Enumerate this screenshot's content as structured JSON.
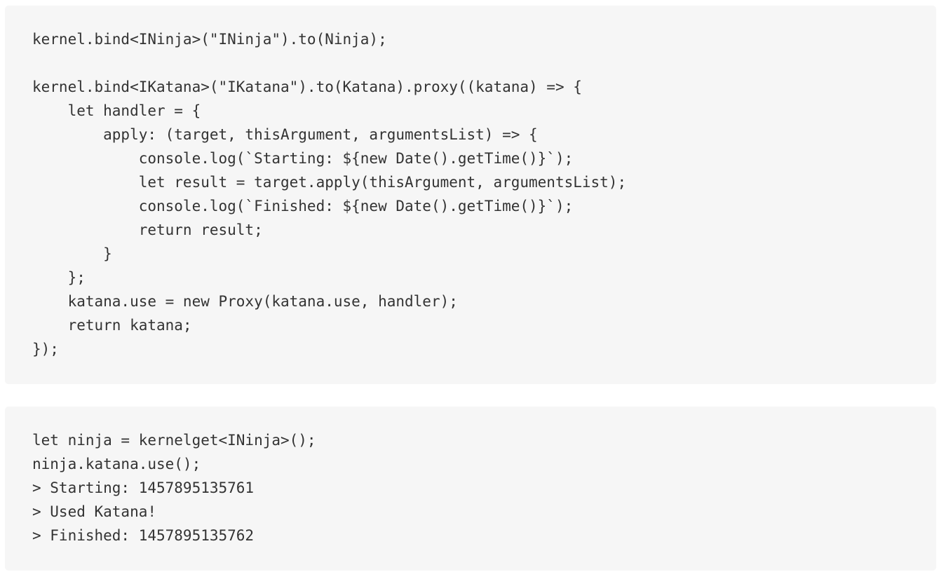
{
  "blocks": [
    {
      "lines": [
        "kernel.bind<INinja>(\"INinja\").to(Ninja);",
        "",
        "kernel.bind<IKatana>(\"IKatana\").to(Katana).proxy((katana) => {",
        "    let handler = {",
        "        apply: (target, thisArgument, argumentsList) => {",
        "            console.log(`Starting: ${new Date().getTime()}`);",
        "            let result = target.apply(thisArgument, argumentsList);",
        "            console.log(`Finished: ${new Date().getTime()}`);",
        "            return result;",
        "        }",
        "    };",
        "    katana.use = new Proxy(katana.use, handler);",
        "    return katana;",
        "});"
      ]
    },
    {
      "lines": [
        "let ninja = kernelget<INinja>();",
        "ninja.katana.use();",
        "> Starting: 1457895135761",
        "> Used Katana!",
        "> Finished: 1457895135762"
      ]
    }
  ]
}
